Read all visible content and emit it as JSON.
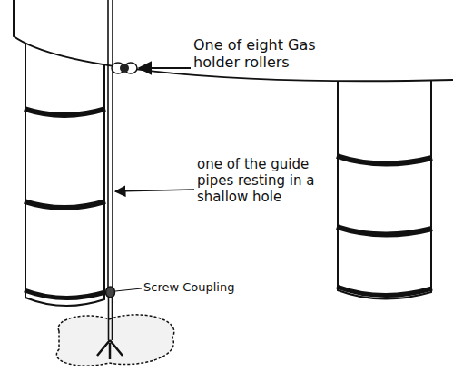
{
  "diagram": {
    "labels": [
      "One of eight Gas holder rollers",
      "one of the guide pipes resting in a shallow hole",
      "Screw Coupling"
    ]
  }
}
